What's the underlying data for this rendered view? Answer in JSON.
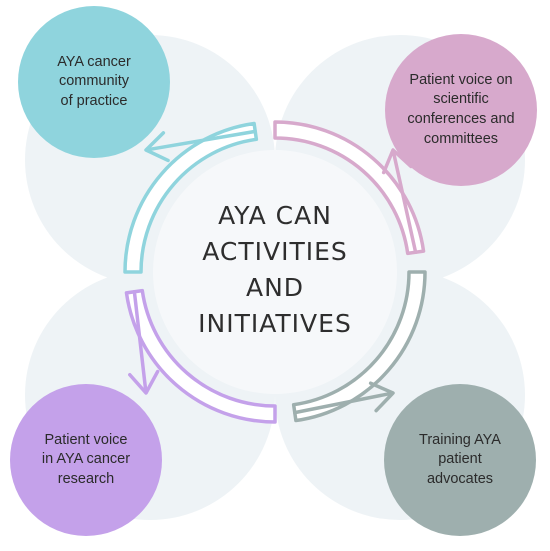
{
  "center": {
    "label": "AYA CAN\nACTIVITIES AND\nINITIATIVES"
  },
  "nodes": [
    {
      "id": "top-left",
      "label": "AYA cancer\ncommunity\nof practice",
      "color": "#8fd4dd",
      "arrow_color": "#8fd4dd"
    },
    {
      "id": "top-right",
      "label": "Patient voice on\nscientific\nconferences and\ncommittees",
      "color": "#d7a9cc",
      "arrow_color": "#d7a9cc"
    },
    {
      "id": "bottom-right",
      "label": "Training AYA\npatient\nadvocates",
      "color": "#9eafae",
      "arrow_color": "#9eafae"
    },
    {
      "id": "bottom-left",
      "label": "Patient voice\nin AYA cancer\nresearch",
      "color": "#c4a1ea",
      "arrow_color": "#c4a1ea"
    }
  ],
  "colors": {
    "background_bubble": "#eef3f6",
    "center_circle": "#f6f8fa"
  }
}
